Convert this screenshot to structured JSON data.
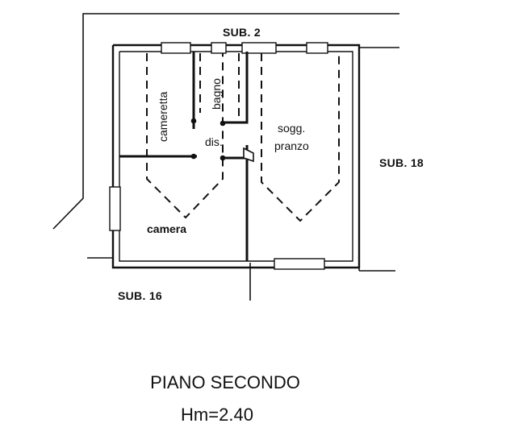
{
  "labels": {
    "sub_top": "SUB. 2",
    "sub_right": "SUB. 18",
    "sub_bottom": "SUB. 16",
    "room_cameretta": "cameretta",
    "room_bagno": "bagno",
    "room_dis": "dis.",
    "room_sogg": "sogg.",
    "room_pranzo": "pranzo",
    "room_camera": "camera"
  },
  "caption": {
    "floor": "PIANO SECONDO",
    "height": "Hm=2.40"
  },
  "colors": {
    "ink": "#111111",
    "background": "#ffffff"
  }
}
